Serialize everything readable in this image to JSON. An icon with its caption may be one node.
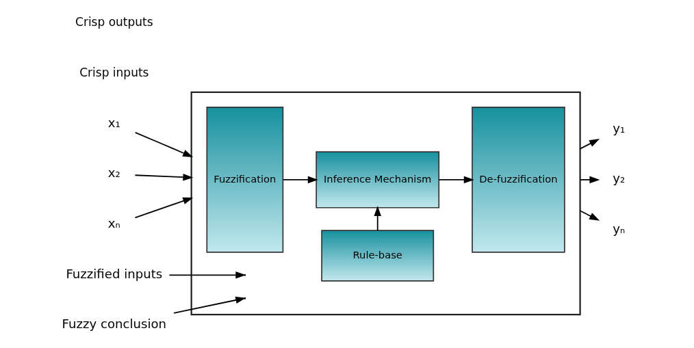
{
  "diagram": {
    "nodes": [
      {
        "text": [],
        "shape": "box"
      },
      {
        "text": [
          "Fuzzification"
        ],
        "in": 0
      },
      {
        "text": [
          "Inference Mechanism"
        ],
        "in": 0
      },
      {
        "text": [
          "Rule-base"
        ],
        "in": 0
      },
      {
        "text": [
          "De-fuzzification"
        ],
        "in": 0
      },
      {
        "text": [
          "x₁"
        ]
      },
      {
        "text": [
          "x₂"
        ]
      },
      {
        "text": [
          "xₙ"
        ]
      },
      {
        "text": [
          "y₁"
        ]
      },
      {
        "text": [
          "y₂"
        ]
      },
      {
        "text": [
          "yₙ"
        ]
      },
      {
        "text": [
          "Fuzzified inputs"
        ]
      },
      {
        "text": [
          "Fuzzy conclusion"
        ]
      }
    ],
    "edges": [
      {
        "from": 5,
        "to": 0,
        "arrow": "to"
      },
      {
        "from": 6,
        "to": 0,
        "arrow": "to"
      },
      {
        "from": 7,
        "to": 0,
        "arrow": "to"
      },
      {
        "from": 1,
        "to": 2,
        "arrow": "to"
      },
      {
        "from": 11,
        "to": null,
        "arrow": "to"
      },
      {
        "from": 2,
        "to": 4,
        "arrow": "to"
      },
      {
        "from": 12,
        "to": null,
        "arrow": "to"
      },
      {
        "from": 3,
        "to": 2,
        "arrow": "to"
      },
      {
        "from": 0,
        "to": 8,
        "arrow": "to"
      },
      {
        "from": 0,
        "to": 9,
        "arrow": "to"
      },
      {
        "from": 0,
        "to": 10,
        "arrow": "to"
      }
    ],
    "labels": [
      "Crisp inputs",
      "Crisp outputs"
    ]
  }
}
